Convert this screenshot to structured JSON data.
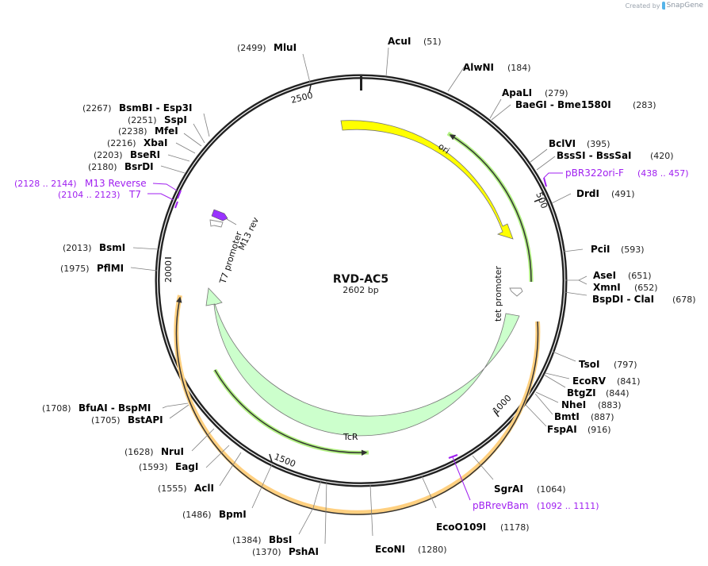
{
  "credit": {
    "prefix": "Created by",
    "brand": "SnapGene"
  },
  "plasmid": {
    "name": "RVD-AC5",
    "length_label": "2602 bp",
    "length_bp": 2602
  },
  "ticks": [
    {
      "label": "500",
      "bp": 500
    },
    {
      "label": "1000",
      "bp": 1000
    },
    {
      "label": "1500",
      "bp": 1500
    },
    {
      "label": "2000",
      "bp": 2000
    },
    {
      "label": "2500",
      "bp": 2500
    }
  ],
  "enzymes": [
    {
      "name": "AcuI",
      "pos": "(51)"
    },
    {
      "name": "AlwNI",
      "pos": "(184)"
    },
    {
      "name": "ApaLI",
      "pos": "(279)"
    },
    {
      "name": "BaeGI  - Bme1580I",
      "pos": "(283)"
    },
    {
      "name": "BclVI",
      "pos": "(395)"
    },
    {
      "name": "BssSI  - BssSaI",
      "pos": "(420)"
    },
    {
      "name": "DrdI",
      "pos": "(491)"
    },
    {
      "name": "PciI",
      "pos": "(593)"
    },
    {
      "name": "AseI",
      "pos": "(651)"
    },
    {
      "name": "XmnI",
      "pos": "(652)"
    },
    {
      "name": "BspDI  - ClaI",
      "pos": "(678)"
    },
    {
      "name": "TsoI",
      "pos": "(797)"
    },
    {
      "name": "EcoRV",
      "pos": "(841)"
    },
    {
      "name": "BtgZI",
      "pos": "(844)"
    },
    {
      "name": "NheI",
      "pos": "(883)"
    },
    {
      "name": "BmtI",
      "pos": "(887)"
    },
    {
      "name": "FspAI",
      "pos": "(916)"
    },
    {
      "name": "SgrAI",
      "pos": "(1064)"
    },
    {
      "name": "EcoO109I",
      "pos": "(1178)"
    },
    {
      "name": "EcoNI",
      "pos": "(1280)"
    },
    {
      "name": "PshAI",
      "pos": "(1370)"
    },
    {
      "name": "BbsI",
      "pos": "(1384)"
    },
    {
      "name": "BpmI",
      "pos": "(1486)"
    },
    {
      "name": "AclI",
      "pos": "(1555)"
    },
    {
      "name": "EagI",
      "pos": "(1593)"
    },
    {
      "name": "NruI",
      "pos": "(1628)"
    },
    {
      "name": "BstAPI",
      "pos": "(1705)"
    },
    {
      "name": "BfuAI  - BspMI",
      "pos": "(1708)"
    },
    {
      "name": "PflMI",
      "pos": "(1975)"
    },
    {
      "name": "BsmI",
      "pos": "(2013)"
    },
    {
      "name": "BsrDI",
      "pos": "(2180)"
    },
    {
      "name": "BseRI",
      "pos": "(2203)"
    },
    {
      "name": "XbaI",
      "pos": "(2216)"
    },
    {
      "name": "MfeI",
      "pos": "(2238)"
    },
    {
      "name": "SspI",
      "pos": "(2251)"
    },
    {
      "name": "BsmBI  - Esp3I",
      "pos": "(2267)"
    },
    {
      "name": "MluI",
      "pos": "(2499)"
    }
  ],
  "primers": [
    {
      "name": "pBR322ori-F",
      "range": "(438 .. 457)"
    },
    {
      "name": "pBRrevBam",
      "range": "(1092 .. 1111)"
    },
    {
      "name": "T7",
      "range": "(2104 .. 2123)"
    },
    {
      "name": "M13 Reverse",
      "range": "(2128 .. 2144)"
    }
  ],
  "features": [
    {
      "name": "ori",
      "type": "rep_origin",
      "color": "#ffff00"
    },
    {
      "name": "tet promoter",
      "type": "promoter",
      "color": "#ffffff"
    },
    {
      "name": "TcR",
      "type": "CDS",
      "color": "#ccffcc"
    },
    {
      "name": "T7 promoter",
      "type": "promoter",
      "color": "#ffffff"
    },
    {
      "name": "M13 rev",
      "type": "primer_bind",
      "color": "#9933ff"
    }
  ],
  "colors": {
    "backbone": "#222222",
    "ori": "#ffff00",
    "tcr": "#ccffcc",
    "orf_highlight": "#ffd080",
    "orf_green": "#b0f080",
    "primer": "#a020f0"
  }
}
